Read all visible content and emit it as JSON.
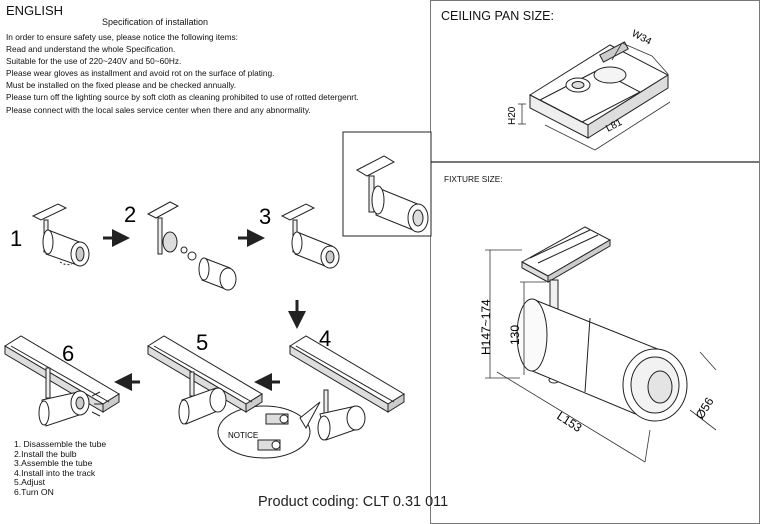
{
  "language": "ENGLISH",
  "spec": {
    "title": "Specification of installation",
    "lines": [
      "In order to ensure safety use, please notice the following items:",
      "Read and understand the whole Specification.",
      "Suitable for the use of 220~240V and 50~60Hz.",
      "Please wear gloves as installment and avoid rot on the surface of plating.",
      "Must be installed on the fixed please and be checked annually.",
      "Please turn off the lighting source by soft cloth as cleaning prohibited to use of rotted detergenrt.",
      "Please connect with the local sales service center when there and any abnormality."
    ]
  },
  "step_numbers": [
    "1",
    "2",
    "3",
    "4",
    "5",
    "6"
  ],
  "notice_label": "NOTICE",
  "steps": [
    "1. Disassemble the tube",
    "2.Install the bulb",
    "3.Assemble the tube",
    "4.Install into the track",
    "5.Adjust",
    "6.Turn ON"
  ],
  "product_coding": "Product coding: CLT 0.31 011",
  "ceiling_pan": {
    "title": "CEILING PAN SIZE:",
    "width_label": "W34",
    "height_label": "H20",
    "length_label": "L81"
  },
  "fixture": {
    "title": "FIXTURE SIZE:",
    "total_height_label": "H147~174",
    "stem_height_label": "130",
    "length_label": "L153",
    "diameter_label": "Ø56"
  }
}
